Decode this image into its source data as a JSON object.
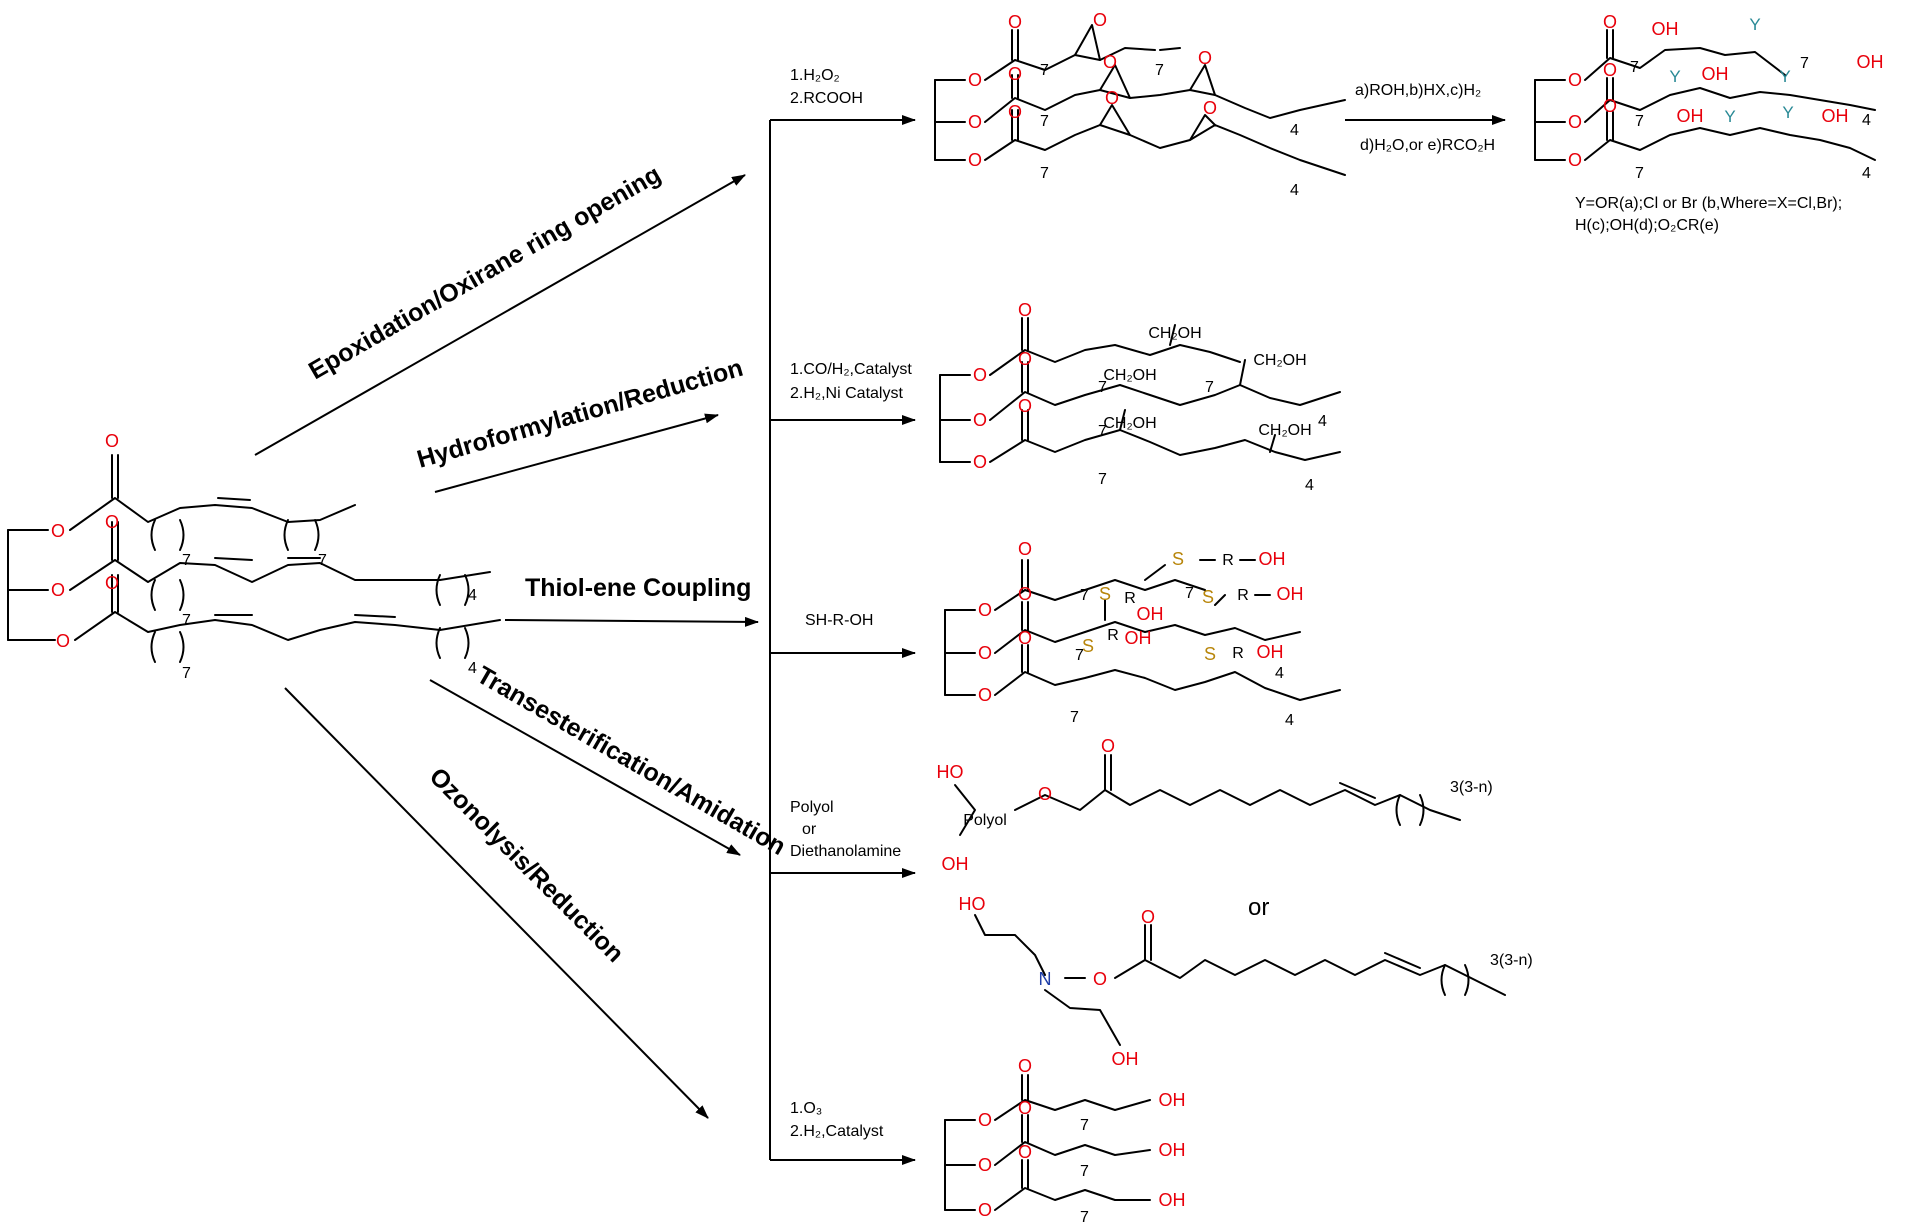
{
  "routes": {
    "epoxidation": "Epoxidation/Oxirane ring opening",
    "hydroformylation": "Hydroformylation/Reduction",
    "thiolene": "Thiol-ene Coupling",
    "transesterification": "Transesterification/Amidation",
    "ozonolysis": "Ozonolysis/Reduction"
  },
  "conditions": {
    "epox_1": "1.H₂O₂",
    "epox_2": "2.RCOOH",
    "open_1": "a)ROH,b)HX,c)H₂",
    "open_2": "d)H₂O,or e)RCO₂H",
    "hydro_1": "1.CO/H₂,Catalyst",
    "hydro_2": "2.H₂,Ni Catalyst",
    "thiol_1": "SH-R-OH",
    "trans_1": "Polyol",
    "trans_2": "or",
    "trans_3": "Diethanolamine",
    "ozone_1": "1.O₃",
    "ozone_2": "2.H₂,Catalyst"
  },
  "legend": {
    "line1": "Y=OR(a);Cl or Br (b,Where=X=Cl,Br);",
    "line2": "H(c);OH(d);O₂CR(e)"
  },
  "atoms": {
    "O": "O",
    "OH": "OH",
    "S": "S",
    "R": "R",
    "N": "N",
    "HO": "HO",
    "Y": "Y",
    "CH2OH": "CH₂OH",
    "polyol": "Polyol"
  },
  "subscripts": {
    "s7": "7",
    "s4": "4",
    "s33n": "3(3-n)"
  },
  "between_products": "or"
}
